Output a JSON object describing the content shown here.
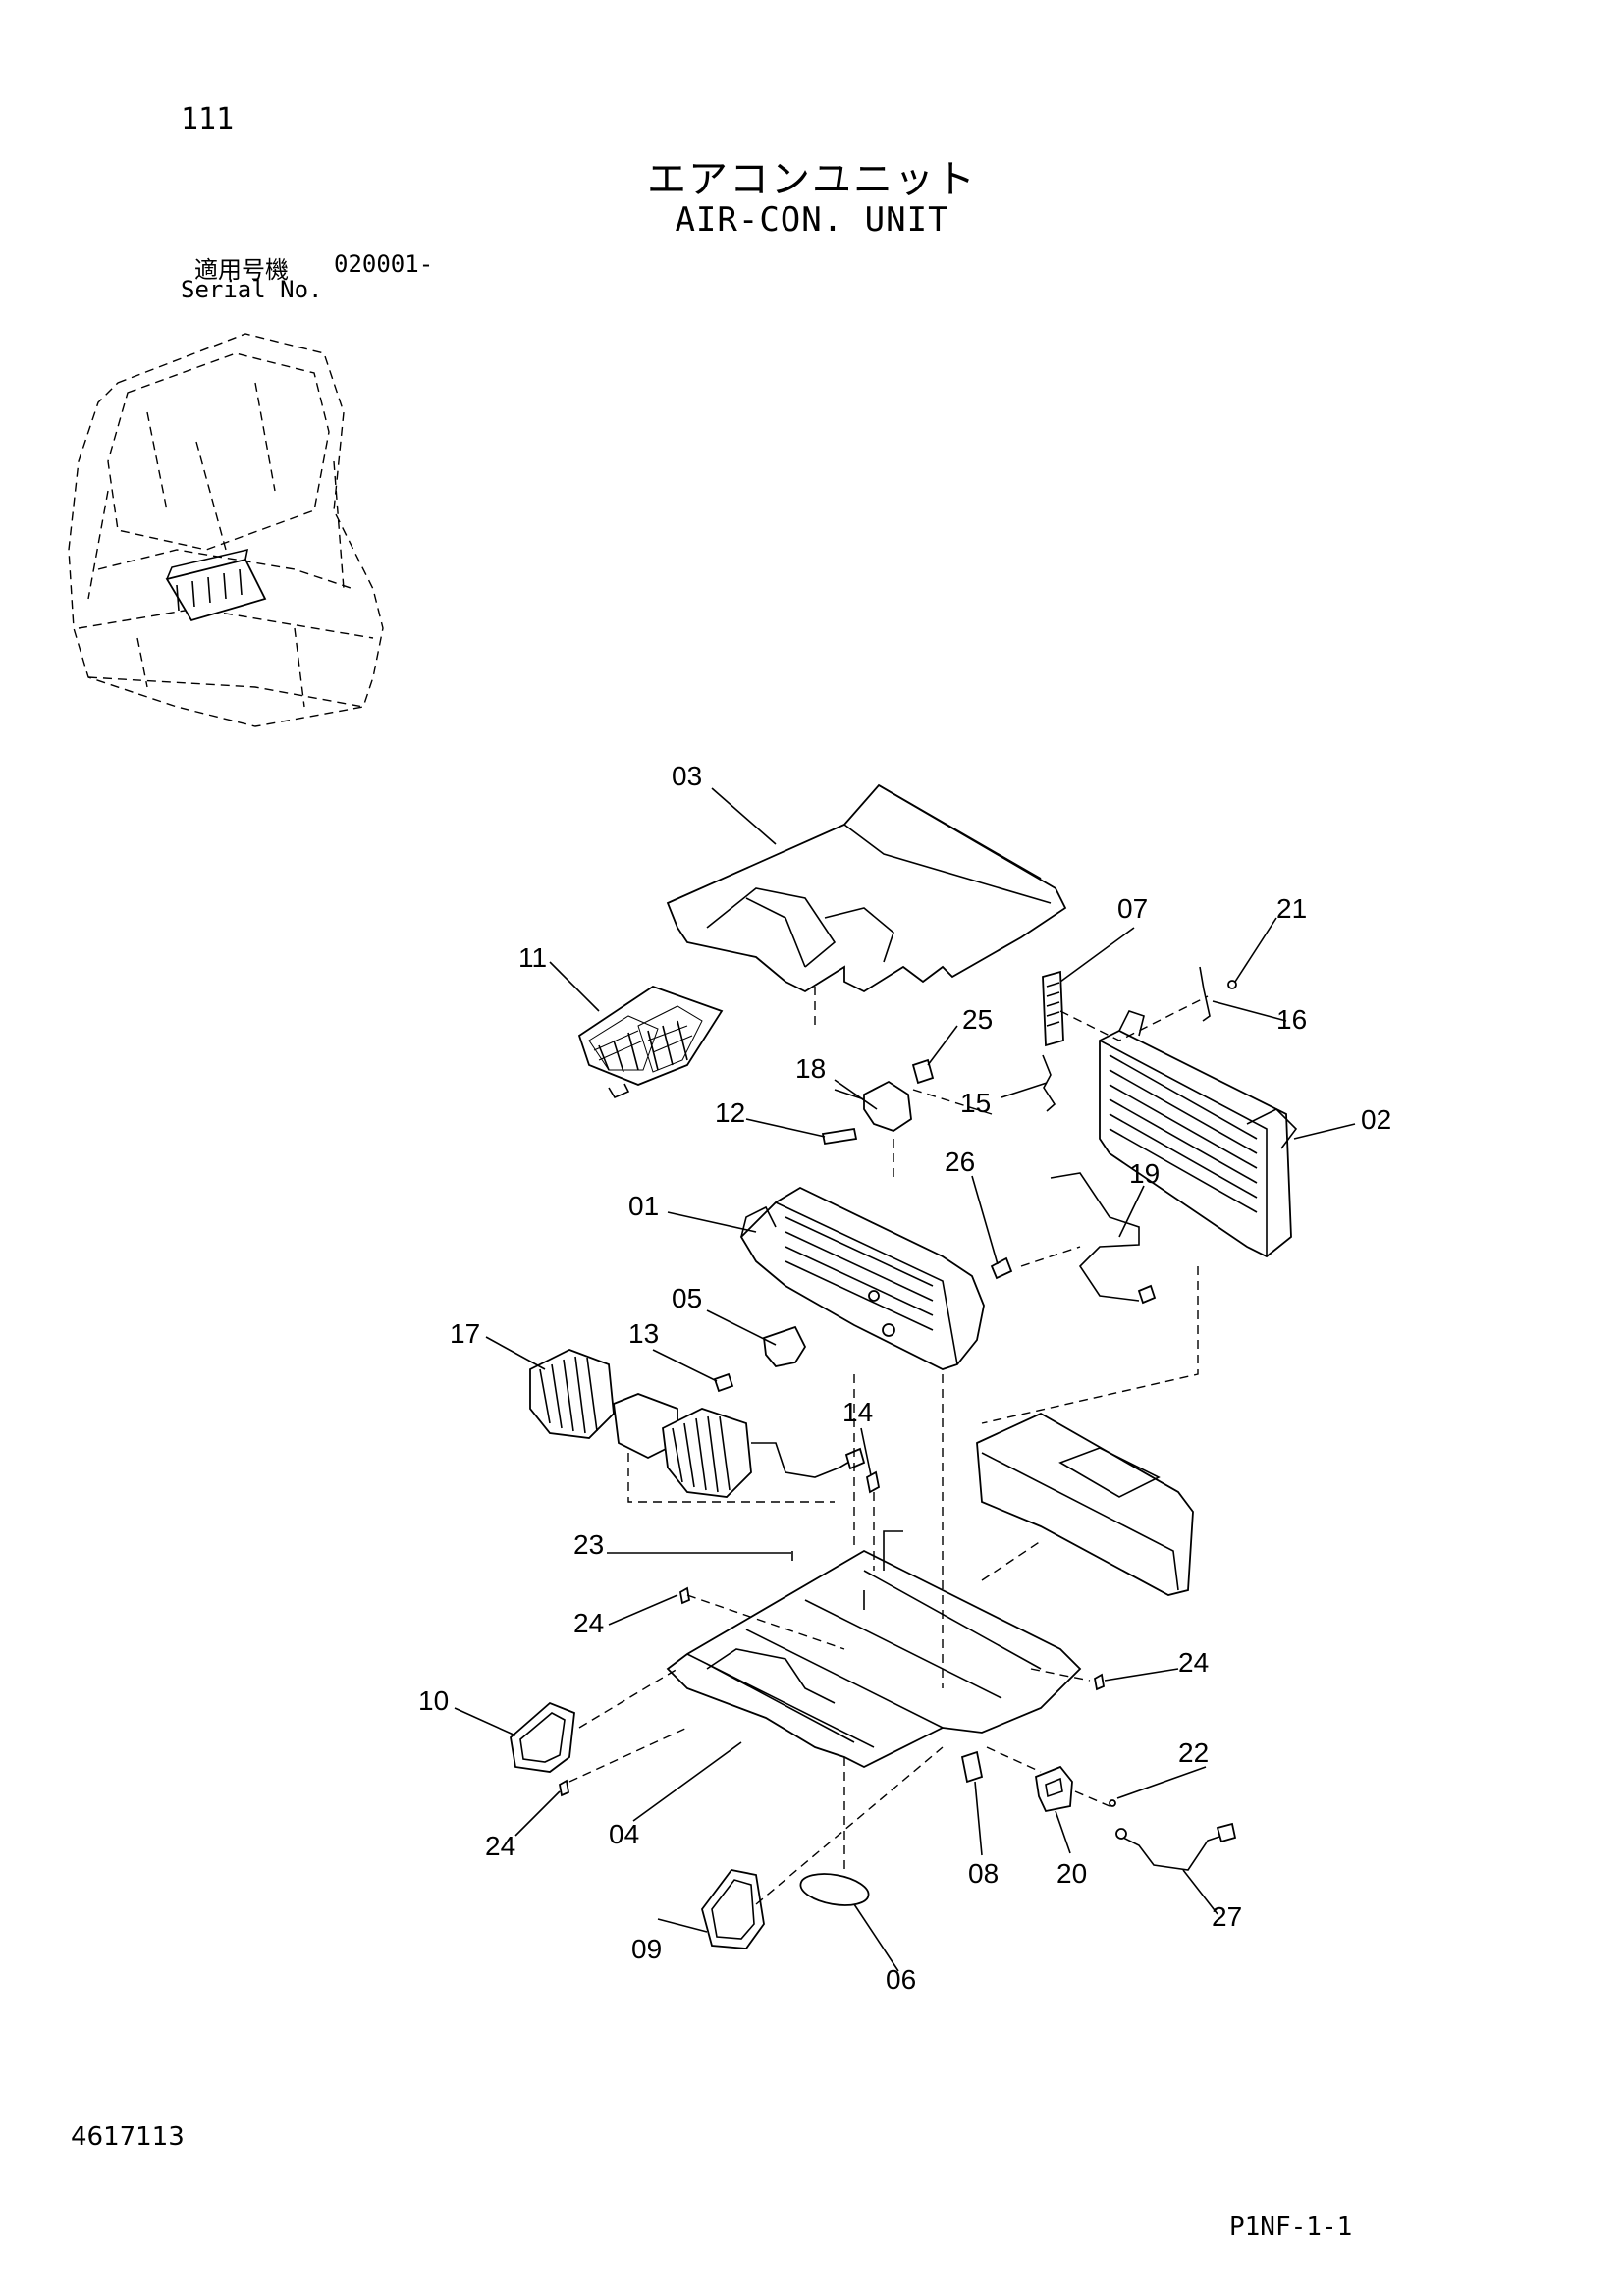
{
  "page_number": "111",
  "title_jp": "エアコンユニット",
  "title_en": "AIR-CON. UNIT",
  "serial": {
    "label_jp": "適用号機",
    "value": "020001-",
    "label_en": "Serial No."
  },
  "doc_id": "4617113",
  "page_ref": "P1NF-1-1",
  "callouts": [
    "03",
    "11",
    "07",
    "21",
    "25",
    "16",
    "18",
    "15",
    "12",
    "02",
    "26",
    "19",
    "01",
    "05",
    "17",
    "13",
    "14",
    "23",
    "24",
    "24",
    "10",
    "22",
    "24",
    "04",
    "08",
    "20",
    "27",
    "09",
    "06"
  ]
}
